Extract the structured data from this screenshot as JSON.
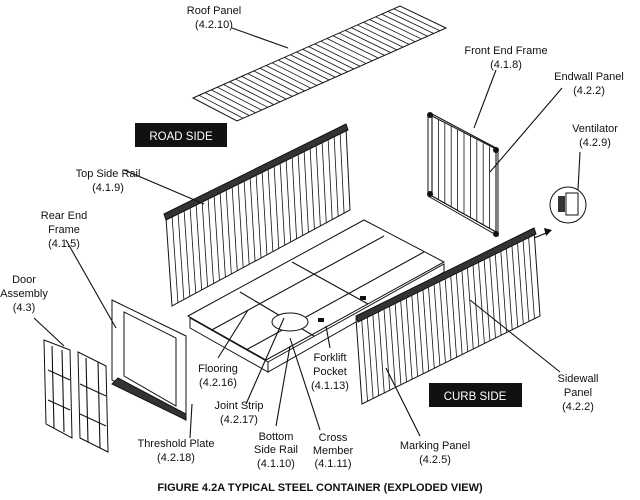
{
  "figure": {
    "caption": "FIGURE 4.2A  TYPICAL STEEL CONTAINER (EXPLODED VIEW)"
  },
  "tags": {
    "road_side": "ROAD SIDE",
    "curb_side": "CURB SIDE"
  },
  "labels": {
    "roof_panel": {
      "name": "Roof Panel",
      "ref": "(4.2.10)"
    },
    "front_end_frame": {
      "name": "Front End Frame",
      "ref": "(4.1.8)"
    },
    "endwall_panel": {
      "name": "Endwall Panel",
      "ref": "(4.2.2)"
    },
    "ventilator": {
      "name": "Ventilator",
      "ref": "(4.2.9)"
    },
    "top_side_rail": {
      "name": "Top Side Rail",
      "ref": "(4.1.9)"
    },
    "rear_end_frame": {
      "name1": "Rear End",
      "name2": "Frame",
      "ref": "(4.1.5)"
    },
    "door_assembly": {
      "name1": "Door",
      "name2": "Assembly",
      "ref": "(4.3)"
    },
    "flooring": {
      "name": "Flooring",
      "ref": "(4.2.16)"
    },
    "joint_strip": {
      "name": "Joint Strip",
      "ref": "(4.2.17)"
    },
    "threshold_plate": {
      "name": "Threshold Plate",
      "ref": "(4.2.18)"
    },
    "bottom_side_rail": {
      "name1": "Bottom",
      "name2": "Side Rail",
      "ref": "(4.1.10)"
    },
    "cross_member": {
      "name1": "Cross",
      "name2": "Member",
      "ref": "(4.1.11)"
    },
    "forklift_pocket": {
      "name1": "Forklift",
      "name2": "Pocket",
      "ref": "(4.1.13)"
    },
    "marking_panel": {
      "name": "Marking Panel",
      "ref": "(4.2.5)"
    },
    "sidewall_panel": {
      "name1": "Sidewall",
      "name2": "Panel",
      "ref": "(4.2.2)"
    }
  }
}
